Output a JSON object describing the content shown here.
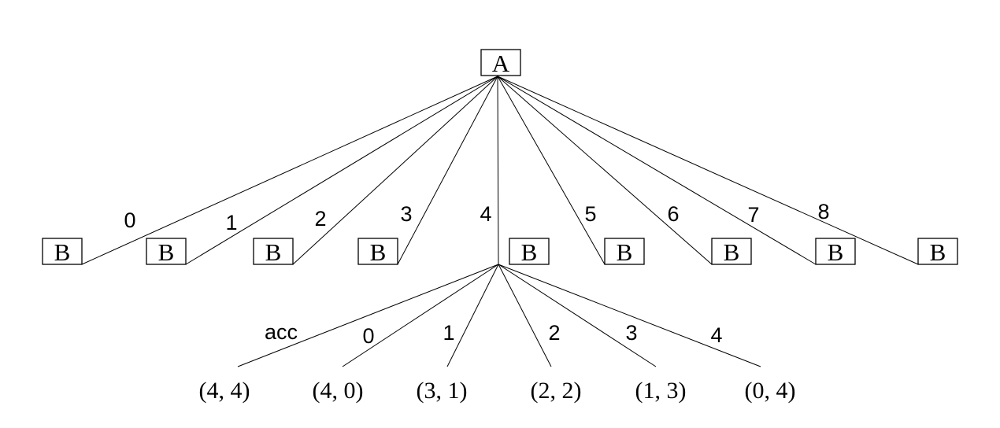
{
  "root": {
    "label": "A"
  },
  "level1": {
    "edge_labels": [
      "0",
      "1",
      "2",
      "3",
      "4",
      "5",
      "6",
      "7",
      "8"
    ],
    "node_labels": [
      "B",
      "B",
      "B",
      "B",
      "B",
      "B",
      "B",
      "B",
      "B"
    ]
  },
  "level2": {
    "edge_labels": [
      "acc",
      "0",
      "1",
      "2",
      "3",
      "4"
    ],
    "leaf_labels": [
      "(4, 4)",
      "(4, 0)",
      "(3, 1)",
      "(2, 2)",
      "(1, 3)",
      "(0, 4)"
    ]
  }
}
